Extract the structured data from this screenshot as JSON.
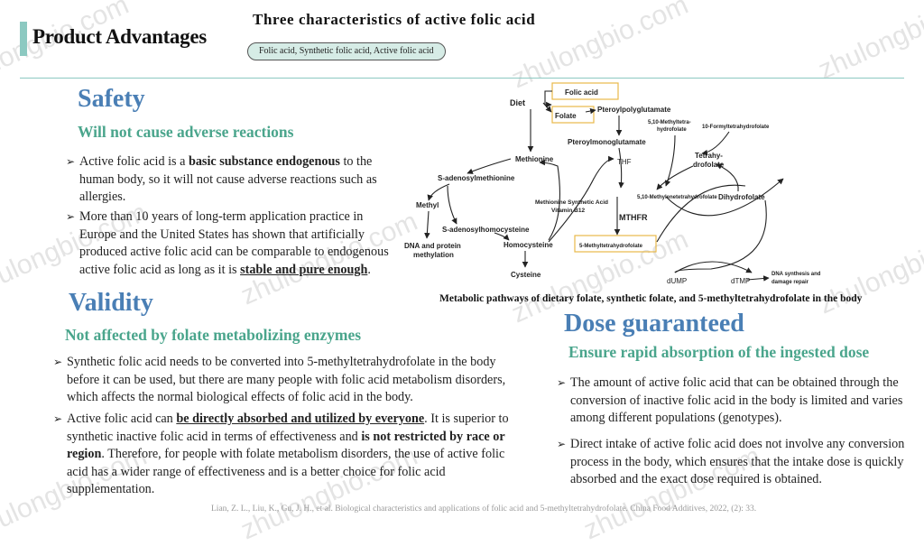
{
  "header": {
    "section_label": "Product Advantages",
    "main_title": "Three characteristics of active folic acid",
    "pill_text": "Folic acid, Synthetic folic acid, Active folic acid"
  },
  "safety": {
    "heading": "Safety",
    "subheading": "Will not cause adverse reactions",
    "b1": {
      "pre": "Active folic acid is a ",
      "bold": "basic substance endogenous",
      "post": " to the human body, so it will not cause adverse reactions such as allergies."
    },
    "b2": {
      "pre": "More than 10 years of long-term application practice in Europe and the United States has shown that artificially produced active folic acid can be comparable to endogenous active folic acid as long as it is ",
      "ul": "stable and pure enough",
      "post": "."
    }
  },
  "validity": {
    "heading": "Validity",
    "subheading": "Not affected by folate metabolizing enzymes",
    "b1": "Synthetic folic acid needs to be converted into 5-methyltetrahydrofolate in the body before it can be used, but there are many people with folic acid metabolism disorders, which affects the normal biological effects of folic acid in the body.",
    "b2": {
      "pre": "Active folic acid can ",
      "ul": "be directly absorbed and utilized by everyone",
      "mid1": ". It is superior to synthetic inactive folic acid in terms of effectiveness and ",
      "bold1": "is not restricted by race or region",
      "post": ". Therefore, for people with folate metabolism disorders, the use of active folic acid has a wider range of effectiveness and is a better choice for folic acid supplementation."
    }
  },
  "dose": {
    "heading": "Dose guaranteed",
    "subheading": "Ensure rapid absorption of the ingested dose",
    "b1": "The amount of active folic acid that can be obtained through the conversion of inactive folic acid in the body is limited and varies among different populations (genotypes).",
    "b2": "Direct intake of active folic acid does not involve any conversion process in the body, which ensures that the intake dose is quickly absorbed and the exact dose required is obtained."
  },
  "diagram": {
    "diet": "Diet",
    "folic_acid": "Folic acid",
    "folate": "Folate",
    "pteroylpolyglutamate": "Pteroylpolyglutamate",
    "pteroylmonoglutamate": "Pteroylmonoglutamate",
    "methyltetra_1": "5,10-Methyltetra-",
    "methyltetra_2": "hydrofolate",
    "formyl": "10-Formyltetrahydrofolate",
    "methionine": "Methionine",
    "thf": "THF",
    "tetrahydrofolate_1": "Tetrahy-",
    "tetrahydrofolate_2": "drofolate",
    "sam": "S-adenosylmethionine",
    "methyl": "Methyl",
    "mtr_1": "Methionine Synthetic Acid",
    "mtr_2": "Vitamin B12",
    "methylene": "5,10-Methylenetetrahydrofolate",
    "dihydrofolate": "Dihydrofolate",
    "sah": "S-adenosylhomocysteine",
    "mthfr": "MTHFR",
    "dna_1": "DNA and protein",
    "dna_2": "methylation",
    "homocysteine": "Homocysteine",
    "mthf": "5-Methyltetrahydrofolate",
    "cysteine": "Cysteine",
    "dump": "dUMP",
    "dtmp": "dTMP",
    "synth_1": "DNA synthesis and",
    "synth_2": "damage repair"
  },
  "caption": "Metabolic pathways of dietary folate, synthetic folate, and 5-methyltetrahydrofolate in the body",
  "reference": "Lian, Z. L., Liu, K., Gu, J. H., et al. Biological characteristics and applications of folic acid and 5-methyltetrahydrofolate. China Food Additives, 2022, (2): 33.",
  "watermark": "zhulongbio.com",
  "colors": {
    "heading_blue": "#4a7fb5",
    "subheading_teal": "#4aa58c",
    "accent": "#8cc9c1",
    "highlight_box": "#e8b94a"
  }
}
